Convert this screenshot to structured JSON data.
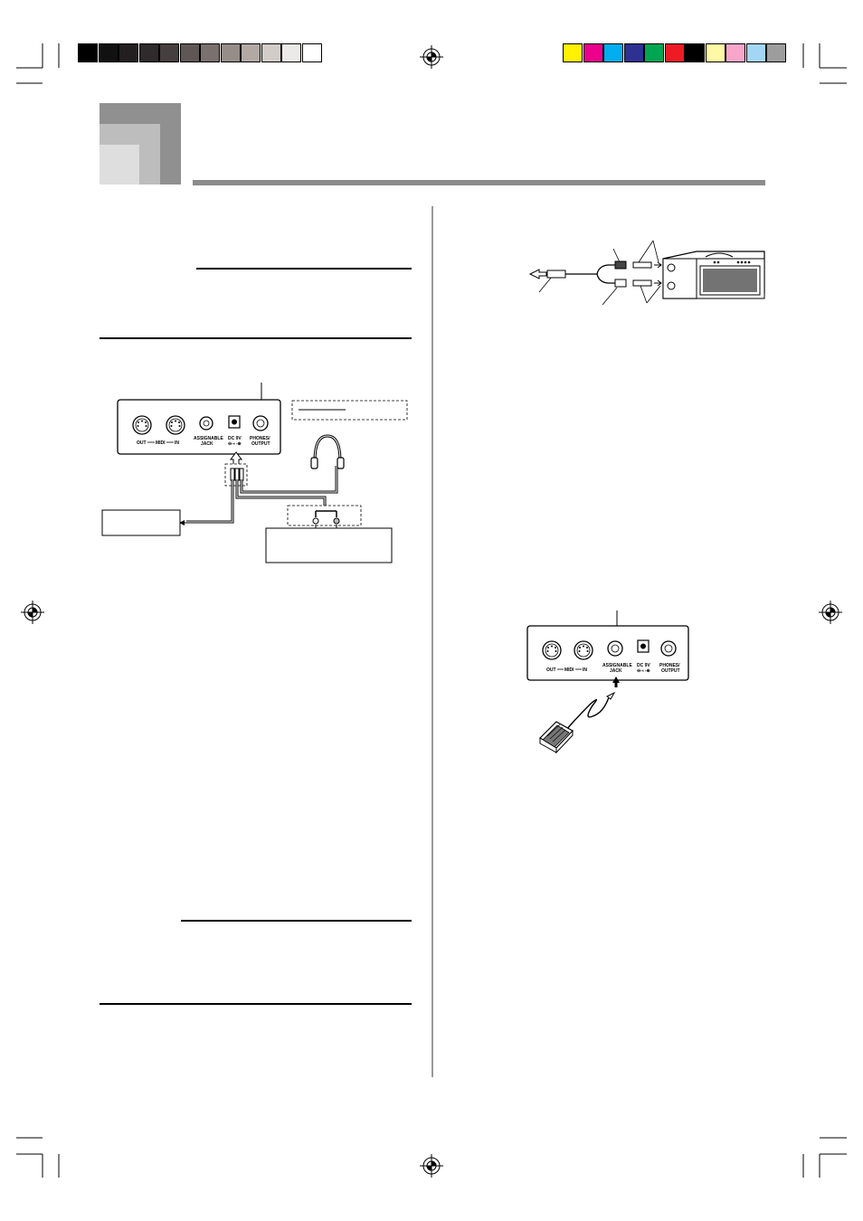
{
  "printer_marks": {
    "gray_bar": [
      "#000000",
      "#111111",
      "#231f20",
      "#2f2a2b",
      "#453f3f",
      "#5f5756",
      "#7a706d",
      "#968d89",
      "#b2a9a5",
      "#d2ccc9",
      "#eceae8",
      "#ffffff"
    ],
    "color_bar": [
      "#fff200",
      "#ec008c",
      "#00aeef",
      "#2e3192",
      "#00a651",
      "#ed1c24",
      "#000000",
      "#fff9a5",
      "#f7a6c9",
      "#a3d6f5",
      "#9d9d9d"
    ]
  },
  "header": {
    "block_colors": [
      "#909090",
      "#bdbdbd",
      "#dedede"
    ],
    "rule_color": "#8c8c8c"
  },
  "panel": {
    "labels": {
      "out": "OUT",
      "midi": "MIDI",
      "in": "IN",
      "assignable": "ASSIGNABLE",
      "jack": "JACK",
      "dc": "DC 9V",
      "phones": "PHONES/",
      "output": "OUTPUT"
    }
  }
}
